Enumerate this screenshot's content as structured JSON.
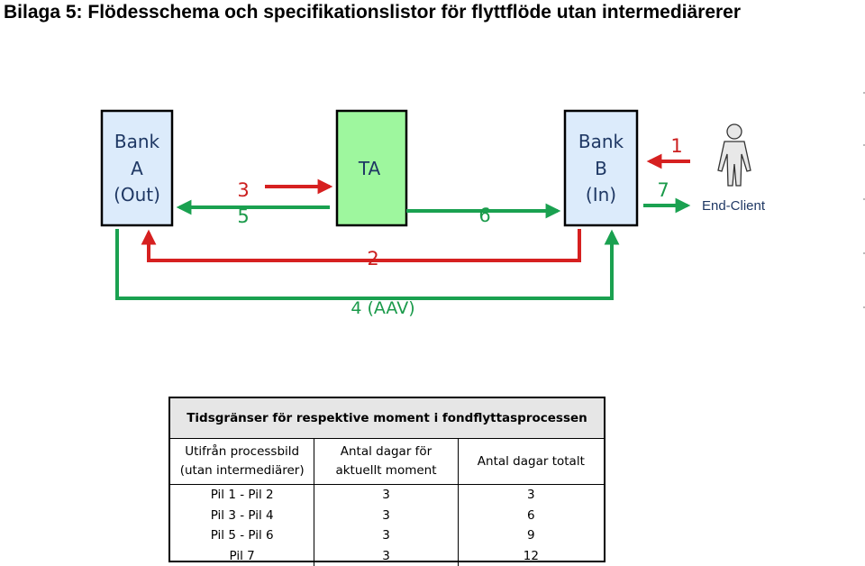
{
  "page_title": "Bilaga 5: Flödesschema och specifikationslistor för flyttflöde utan intermediärerer",
  "colors": {
    "box_blue": "#dcebfb",
    "box_green": "#9ef79e",
    "arrow_red": "#d62020",
    "arrow_green": "#1aa150",
    "box_text": "#1f3864"
  },
  "diagram": {
    "bank_a": {
      "line1": "Bank",
      "line2": "A",
      "line3": "(Out)"
    },
    "ta": {
      "label": "TA"
    },
    "bank_b": {
      "line1": "Bank",
      "line2": "B",
      "line3": "(In)"
    },
    "client": {
      "label": "End-Client",
      "icon": "person-icon"
    },
    "arrows": {
      "a1": "1",
      "a2": "2",
      "a3": "3",
      "a4": "4 (AAV)",
      "a5": "5",
      "a6": "6",
      "a7": "7"
    }
  },
  "table": {
    "title": "Tidsgränser för respektive moment i fondflyttasprocessen",
    "headers": {
      "col1_line1": "Utifrån processbild",
      "col1_line2": "(utan intermediärer)",
      "col2_line1": "Antal dagar för",
      "col2_line2": "aktuellt moment",
      "col3": "Antal dagar totalt"
    },
    "rows": [
      {
        "step": "Pil 1 - Pil 2",
        "days": "3",
        "total": "3"
      },
      {
        "step": "Pil 3 - Pil 4",
        "days": "3",
        "total": "6"
      },
      {
        "step": "Pil 5 - Pil 6",
        "days": "3",
        "total": "9"
      },
      {
        "step": "Pil 7",
        "days": "3",
        "total": "12"
      }
    ]
  }
}
